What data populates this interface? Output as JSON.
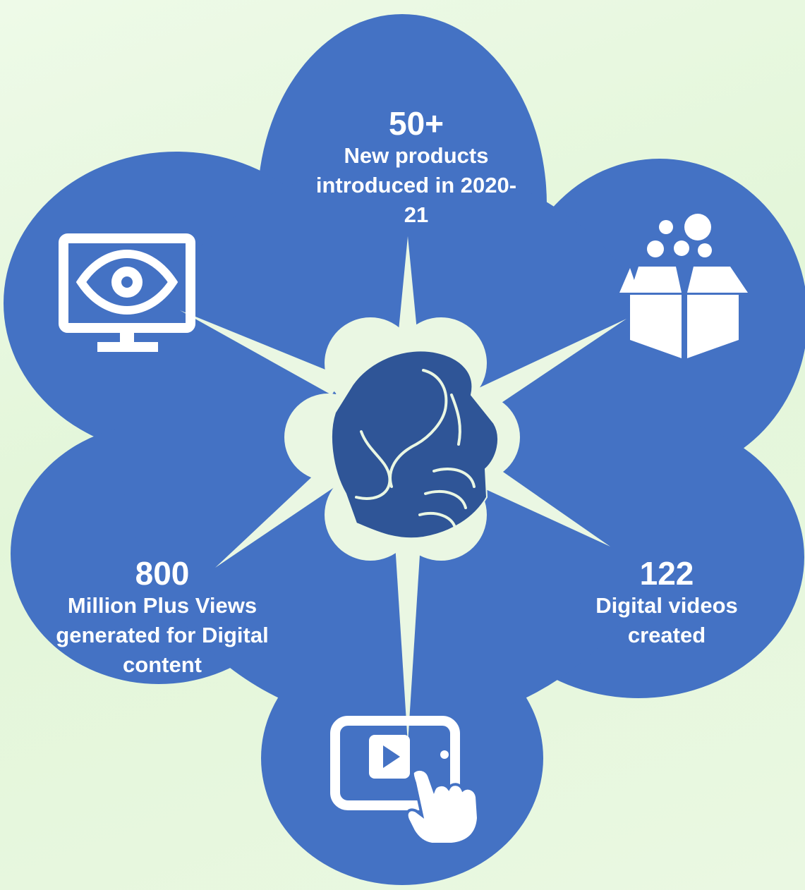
{
  "colors": {
    "background": "#e6f7dd",
    "petal": "#4472c4",
    "center": "#eaf7e3",
    "hands": "#2f5597",
    "icon": "#ffffff"
  },
  "stats": {
    "top": {
      "value": "50+",
      "description": "New products introduced in 2020-21"
    },
    "left": {
      "value": "800",
      "description": "Million Plus Views generated for Digital content"
    },
    "right": {
      "value": "122",
      "description": "Digital videos created"
    }
  },
  "icons": {
    "top_left": "monitor-eye-icon",
    "top_right": "open-box-icon",
    "bottom": "tablet-play-touch-icon",
    "center": "handshake-icon"
  }
}
